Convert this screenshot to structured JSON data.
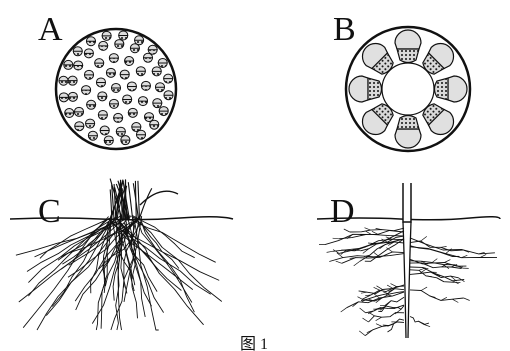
{
  "panels": [
    {
      "label": "A"
    },
    {
      "label": "B"
    },
    {
      "label": "C"
    },
    {
      "label": "D"
    }
  ],
  "caption": "图 1",
  "colors": {
    "ink": "#111111",
    "fill_light": "#e3e3e3",
    "fill_dots": "#ffffff"
  }
}
